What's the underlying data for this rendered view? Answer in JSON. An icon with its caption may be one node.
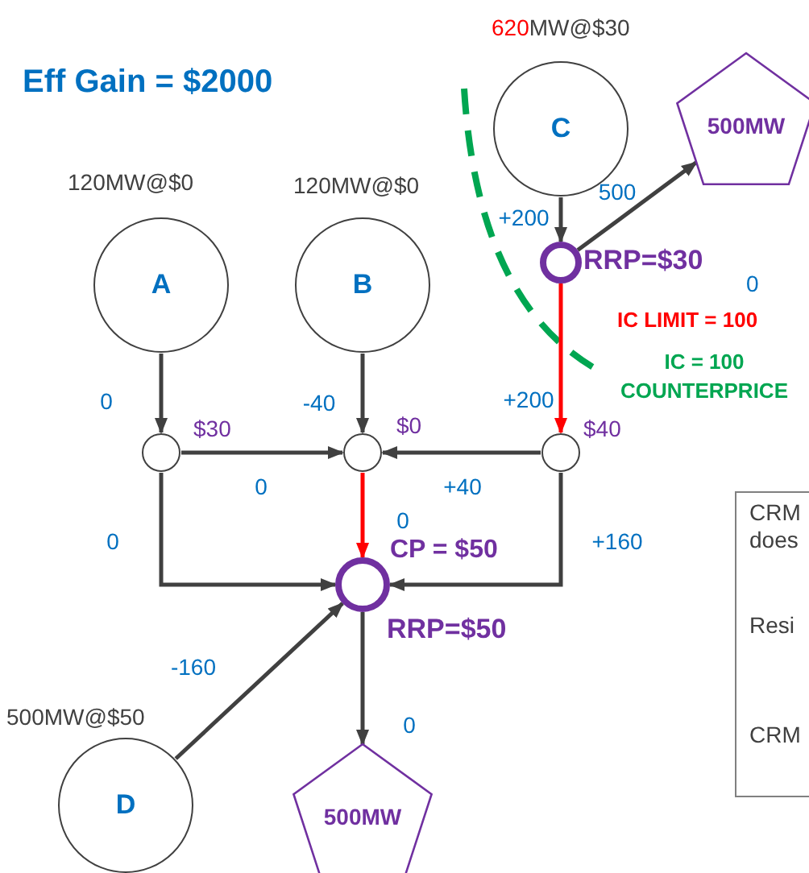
{
  "diagram": {
    "title": "Eff Gain = $2000",
    "nodes": [
      {
        "text": [
          "C"
        ],
        "beside": [
          "620",
          "MW@$30"
        ]
      },
      {
        "text": [
          "500MW"
        ]
      },
      {
        "text": [
          "A"
        ],
        "beside": [
          "120MW@$0"
        ]
      },
      {
        "text": [
          "B"
        ],
        "beside": [
          "120MW@$0"
        ]
      },
      {
        "text": [],
        "shape": "circle",
        "beside": [
          "RRP=$30"
        ]
      },
      {
        "text": [],
        "shape": "circle",
        "beside": [
          "$30"
        ]
      },
      {
        "text": [],
        "shape": "circle",
        "beside": [
          "$0"
        ]
      },
      {
        "text": [],
        "shape": "circle",
        "beside": [
          "$40"
        ]
      },
      {
        "text": [
          "CRM does",
          "Resi",
          "CRM"
        ]
      },
      {
        "text": [],
        "shape": "circle",
        "beside": [
          "RRP=$50"
        ]
      },
      {
        "text": [
          "D"
        ],
        "beside": [
          "500MW@$50"
        ]
      },
      {
        "text": [
          "500MW"
        ]
      }
    ],
    "edges": [
      {
        "from": 0,
        "to": 4,
        "arrow": "to",
        "label": "+200"
      },
      {
        "from": 4,
        "to": 1,
        "arrow": "to",
        "label": "500"
      },
      {
        "from": 4,
        "to": 7,
        "arrow": "to",
        "label": "+200",
        "color": "#ff0000"
      },
      {
        "from": 2,
        "to": 5,
        "arrow": "to",
        "label": "0"
      },
      {
        "from": 3,
        "to": 6,
        "arrow": "to",
        "label": "-40"
      },
      {
        "from": 5,
        "to": 6,
        "arrow": "to",
        "label": "0"
      },
      {
        "from": 7,
        "to": 6,
        "arrow": "to",
        "label": "+40"
      },
      {
        "from": 5,
        "to": 9,
        "arrow": "to",
        "label": "0"
      },
      {
        "from": 6,
        "to": 9,
        "arrow": "to",
        "label": "0",
        "color": "#ff0000"
      },
      {
        "from": 7,
        "to": 9,
        "arrow": "to",
        "label": "+160"
      },
      {
        "from": 10,
        "to": 9,
        "arrow": "to",
        "label": "-160"
      },
      {
        "from": 9,
        "to": 11,
        "arrow": "to",
        "label": "0"
      }
    ],
    "labels": [
      "0",
      "IC LIMIT = 100",
      "IC = 100 COUNTERPRICE",
      "CP = $50"
    ]
  }
}
